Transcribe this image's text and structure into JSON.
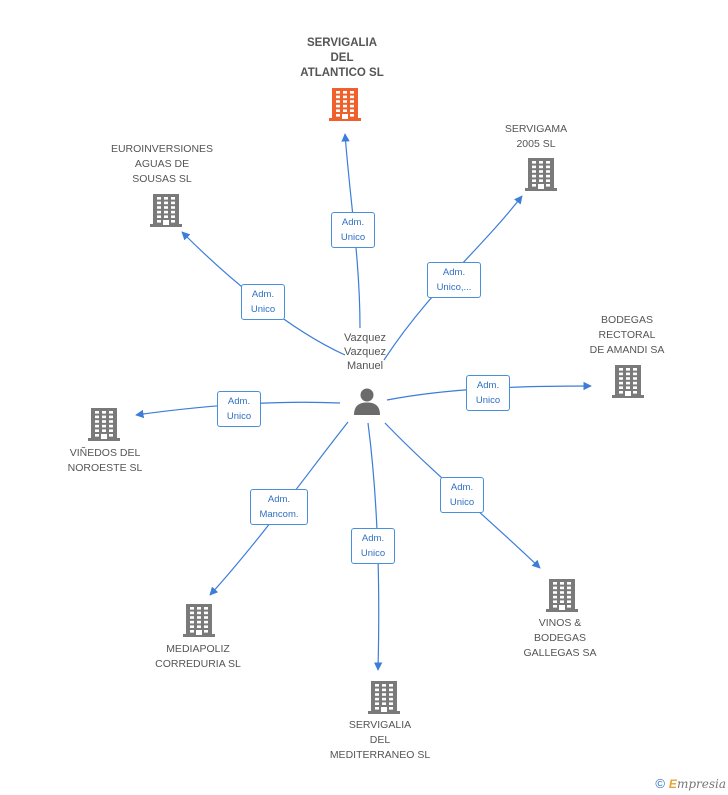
{
  "colors": {
    "edge": "#3b7dd8",
    "company": "#7a7a7a",
    "main_company": "#f0602a",
    "person": "#6b6b6b"
  },
  "person": {
    "label": "Vazquez\nVazquez\nManuel",
    "icon": "person-icon"
  },
  "nodes": [
    {
      "id": "servigalia-atlantico",
      "label": "SERVIGALIA\nDEL\nATLANTICO SL",
      "main": true,
      "role": "Adm.\nUnico"
    },
    {
      "id": "servigama",
      "label": "SERVIGAMA\n2005 SL",
      "main": false,
      "role": "Adm.\nUnico,..."
    },
    {
      "id": "euroinversiones",
      "label": "EUROINVERSIONES\nAGUAS DE\nSOUSAS SL",
      "main": false,
      "role": "Adm.\nUnico"
    },
    {
      "id": "bodegas-rectoral",
      "label": "BODEGAS\nRECTORAL\nDE AMANDI SA",
      "main": false,
      "role": "Adm.\nUnico"
    },
    {
      "id": "vinedos-noroeste",
      "label": "VIÑEDOS DEL\nNOROESTE SL",
      "main": false,
      "role": "Adm.\nUnico"
    },
    {
      "id": "vinos-bodegas",
      "label": "VINOS &\nBODEGAS\nGALLEGAS SA",
      "main": false,
      "role": "Adm.\nUnico"
    },
    {
      "id": "mediapoliz",
      "label": "MEDIAPOLIZ\nCORREDURIA SL",
      "main": false,
      "role": "Adm.\nMancom."
    },
    {
      "id": "servigalia-mediterraneo",
      "label": "SERVIGALIA\nDEL\nMEDITERRANEO SL",
      "main": false,
      "role": "Adm.\nUnico"
    }
  ],
  "footer": {
    "symbol": "©",
    "brand_initial": "E",
    "brand_rest": "mpresia"
  }
}
